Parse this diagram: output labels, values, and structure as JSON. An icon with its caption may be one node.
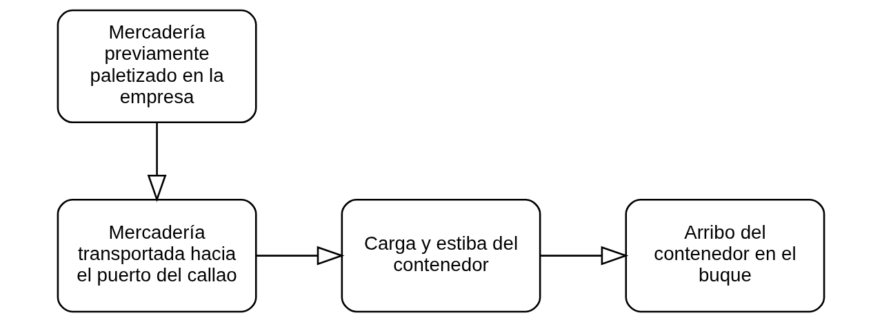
{
  "diagram": {
    "nodes": [
      {
        "text": [
          "Mercadería previamente paletizado en la empresa"
        ]
      },
      {
        "text": [
          "Mercadería transportada hacia el puerto del callao"
        ]
      },
      {
        "text": [
          "Carga y estiba del contenedor"
        ]
      },
      {
        "text": [
          "Arribo del contenedor en el buque"
        ]
      }
    ],
    "edges": [
      {
        "from": 0,
        "to": 1,
        "arrow": "to"
      },
      {
        "from": 1,
        "to": 2,
        "arrow": "to"
      },
      {
        "from": 2,
        "to": 3,
        "arrow": "to"
      }
    ]
  }
}
